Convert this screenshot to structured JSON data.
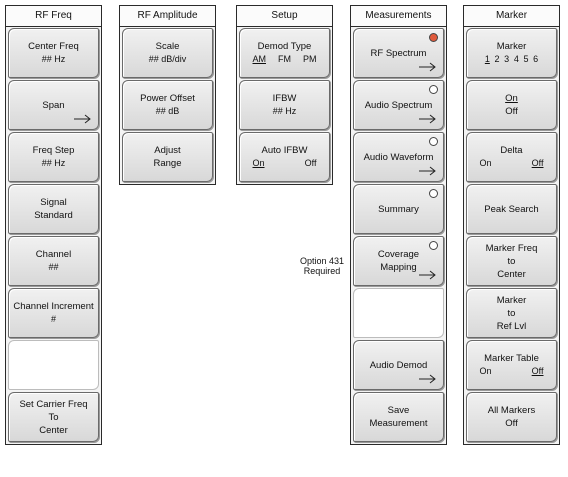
{
  "rf_freq": {
    "title": "RF Freq",
    "center_freq": {
      "label": "Center Freq",
      "value": "## Hz"
    },
    "span": {
      "label": "Span"
    },
    "freq_step": {
      "label": "Freq Step",
      "value": "## Hz"
    },
    "signal_standard": {
      "line1": "Signal",
      "line2": "Standard"
    },
    "channel": {
      "label": "Channel",
      "value": "##"
    },
    "channel_increment": {
      "label": "Channel Increment",
      "value": "#"
    },
    "set_carrier": {
      "line1": "Set Carrier Freq",
      "line2": "To",
      "line3": "Center"
    }
  },
  "rf_amplitude": {
    "title": "RF Amplitude",
    "scale": {
      "label": "Scale",
      "value": "## dB/div"
    },
    "power_offset": {
      "label": "Power Offset",
      "value": "## dB"
    },
    "adjust_range": {
      "line1": "Adjust",
      "line2": "Range"
    }
  },
  "setup": {
    "title": "Setup",
    "demod_type": {
      "label": "Demod Type",
      "opt1": "AM",
      "opt2": "FM",
      "opt3": "PM"
    },
    "ifbw": {
      "label": "IFBW",
      "value": "## Hz"
    },
    "auto_ifbw": {
      "label": "Auto IFBW",
      "on": "On",
      "off": "Off"
    }
  },
  "measurements": {
    "title": "Measurements",
    "rf_spectrum": "RF Spectrum",
    "audio_spectrum": "Audio Spectrum",
    "audio_waveform": "Audio Waveform",
    "summary": "Summary",
    "coverage_mapping": {
      "line1": "Coverage",
      "line2": "Mapping"
    },
    "audio_demod": "Audio Demod",
    "save_measurement": {
      "line1": "Save",
      "line2": "Measurement"
    },
    "option_note": {
      "line1": "Option 431",
      "line2": "Required"
    }
  },
  "marker": {
    "title": "Marker",
    "marker_select": {
      "label": "Marker",
      "d1": "1",
      "d2": "2",
      "d3": "3",
      "d4": "4",
      "d5": "5",
      "d6": "6"
    },
    "on_off": {
      "on": "On",
      "off": "Off"
    },
    "delta": {
      "label": "Delta",
      "on": "On",
      "off": "Off"
    },
    "peak_search": "Peak Search",
    "marker_freq_center": {
      "line1": "Marker Freq",
      "line2": "to",
      "line3": "Center"
    },
    "marker_ref_lvl": {
      "line1": "Marker",
      "line2": "to",
      "line3": "Ref Lvl"
    },
    "marker_table": {
      "label": "Marker Table",
      "on": "On",
      "off": "Off"
    },
    "all_markers_off": {
      "line1": "All Markers",
      "line2": "Off"
    }
  },
  "colors": {
    "radio_selected": "#e05a3c"
  }
}
